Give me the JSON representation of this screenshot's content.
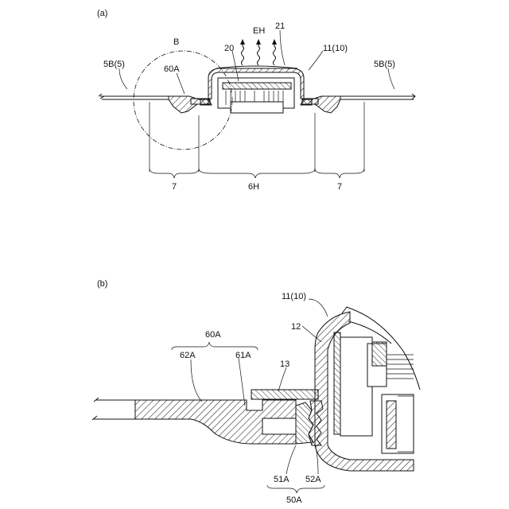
{
  "panel_a": {
    "caption": "(a)",
    "labels": {
      "b": "B",
      "eh": "EH",
      "ref20": "20",
      "ref21": "21",
      "ref11": "11(10)",
      "ref60a": "60A",
      "ref5b_left": "5B(5)",
      "ref5b_right": "5B(5)",
      "dim7_left": "7",
      "dim6h": "6H",
      "dim7_right": "7"
    }
  },
  "panel_b": {
    "caption": "(b)",
    "labels": {
      "ref11": "11(10)",
      "ref60a": "60A",
      "ref12": "12",
      "ref62a": "62A",
      "ref61a": "61A",
      "ref13": "13",
      "ref51a": "51A",
      "ref52a": "52A",
      "ref50a": "50A"
    }
  }
}
